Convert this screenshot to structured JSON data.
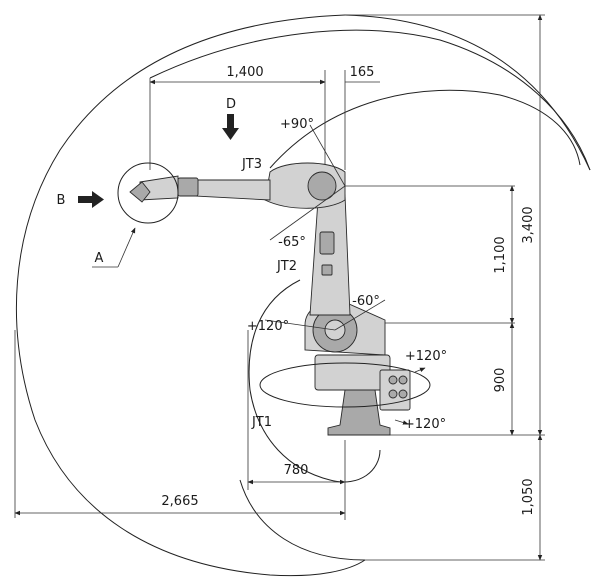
{
  "diagram": {
    "dimensions": {
      "reach_horizontal": "1,400",
      "offset_top": "165",
      "height_total": "3,400",
      "arm_height": "1,100",
      "base_height": "900",
      "below_base": "1,050",
      "rear_reach": "780",
      "max_reach": "2,665"
    },
    "labels": {
      "view_d": "D",
      "view_b": "B",
      "detail_a": "A",
      "jt1": "JT1",
      "jt2": "JT2",
      "jt3": "JT3"
    },
    "angles": {
      "jt3_plus": "+90°",
      "jt3_minus": "-65°",
      "jt2_minus": "-60°",
      "jt2_plus": "+120°",
      "jt1_plus_top": "+120°",
      "jt1_plus_bottom": "+120°"
    },
    "colors": {
      "line": "#222222",
      "robot_fill": "#d2d2d2",
      "robot_shadow": "#a9a9a9"
    }
  }
}
